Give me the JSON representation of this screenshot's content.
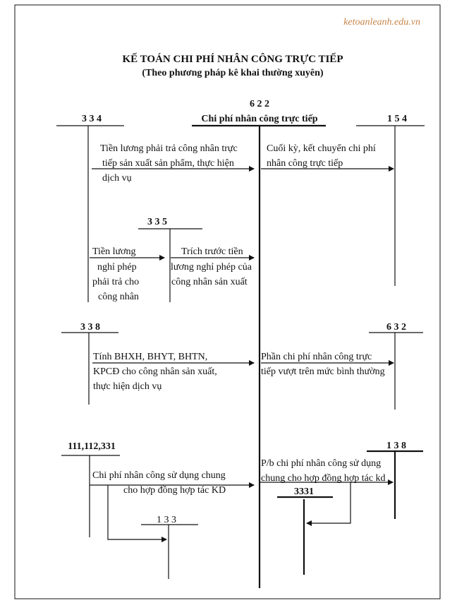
{
  "watermark": "ketoanleanh.edu.vn",
  "title": "KẾ TOÁN CHI PHÍ NHÂN CÔNG TRỰC TIẾP",
  "subtitle": "(Theo phương pháp kê khai thường xuyên)",
  "accounts": {
    "a622": {
      "code": "6 2 2",
      "name": "Chi phí nhân công trực tiếp"
    },
    "a334": "3 3 4",
    "a154": "1 5 4",
    "a335": "3 3 5",
    "a338": "3 3 8",
    "a632": "6 3 2",
    "a111": "111,112,331",
    "a138": "1 3 8",
    "a133": "1 3 3",
    "a3331": "3331"
  },
  "entries": {
    "e1": [
      "Tiền lương phải trả công nhân trực",
      "tiếp sản xuất sản phẩm, thực hiện",
      "dịch vụ"
    ],
    "e2": [
      "Cuối kỳ, kết chuyển chi phí",
      "nhân công trực tiếp"
    ],
    "e3": [
      "Tiền lương",
      "nghỉ phép",
      "phải trả cho",
      "công nhân"
    ],
    "e4": [
      "Trích trước tiền",
      "lương nghỉ phép của",
      "công nhân sản xuất"
    ],
    "e5": [
      "Tính BHXH, BHYT, BHTN,",
      "KPCĐ cho công nhân sản xuất,",
      "thực hiện dịch vụ"
    ],
    "e6": [
      "Phần chi phí nhân công trực",
      "tiếp vượt trên mức bình thường"
    ],
    "e7": [
      "Chi phí nhân công sử dụng chung",
      "cho hợp đồng hợp tác KD"
    ],
    "e8": [
      "P/b chi phí nhân công sử dụng",
      "chung cho hợp đồng hợp tác kd"
    ]
  }
}
